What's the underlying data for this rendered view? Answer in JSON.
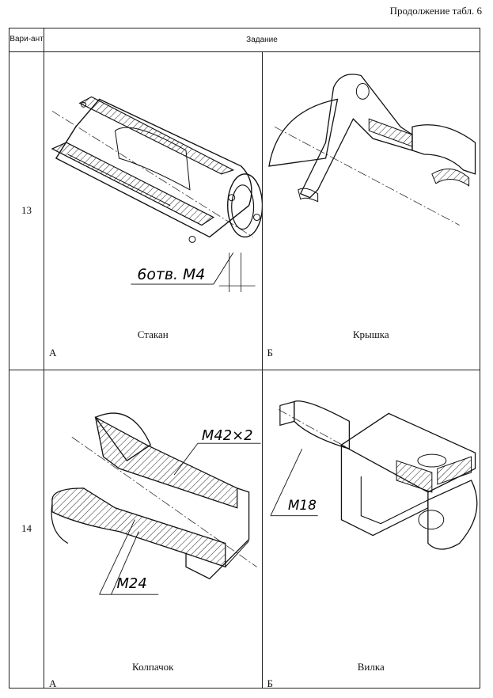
{
  "caption": "Продолжение табл. 6",
  "header": {
    "variant": "Вари-ант",
    "task": "Задание"
  },
  "rows": [
    {
      "number": "13",
      "cells": [
        {
          "letter": "А",
          "title": "Стакан",
          "annotation": "6отв. М4"
        },
        {
          "letter": "Б",
          "title": "Крышка"
        }
      ]
    },
    {
      "number": "14",
      "cells": [
        {
          "letter": "А",
          "title": "Колпачок",
          "annotation_1": "M42×2",
          "annotation_2": "M24"
        },
        {
          "letter": "Б",
          "title": "Вилка",
          "annotation": "M18"
        }
      ]
    }
  ]
}
